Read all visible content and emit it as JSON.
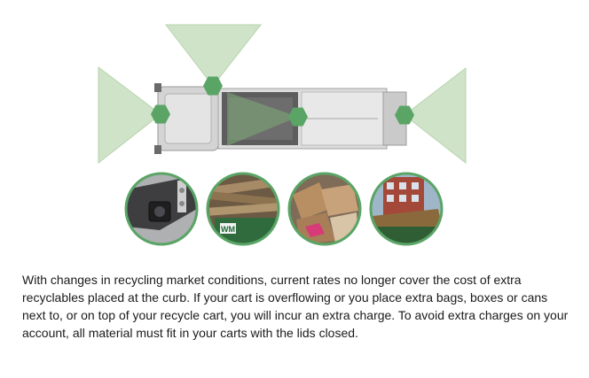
{
  "diagram": {
    "colors": {
      "cone_fill": "#cfe3c8",
      "cone_stroke": "#b7d3ad",
      "sensor_hex": "#5aa466",
      "circle_border": "#5aa466",
      "truck_body": "#d2d2d2",
      "truck_hopper": "#5c5c5c"
    },
    "icons": [
      "truck-top-view",
      "camera-hexagon",
      "camera-field-of-view"
    ],
    "photos": [
      {
        "name": "truck-camera-photo",
        "wm_logo": ""
      },
      {
        "name": "overflowing-pallets-photo",
        "wm_logo": "WM"
      },
      {
        "name": "cardboard-boxes-photo",
        "wm_logo": ""
      },
      {
        "name": "dumpster-building-photo",
        "wm_logo": ""
      }
    ]
  },
  "description": "With changes in recycling market conditions, current rates no longer cover the cost of extra recyclables placed at the curb. If your cart is overflowing or you place extra bags, boxes or cans next to, or on top of your recycle cart, you will incur an extra charge. To avoid extra charges on your account, all material must fit in your carts with the lids closed."
}
